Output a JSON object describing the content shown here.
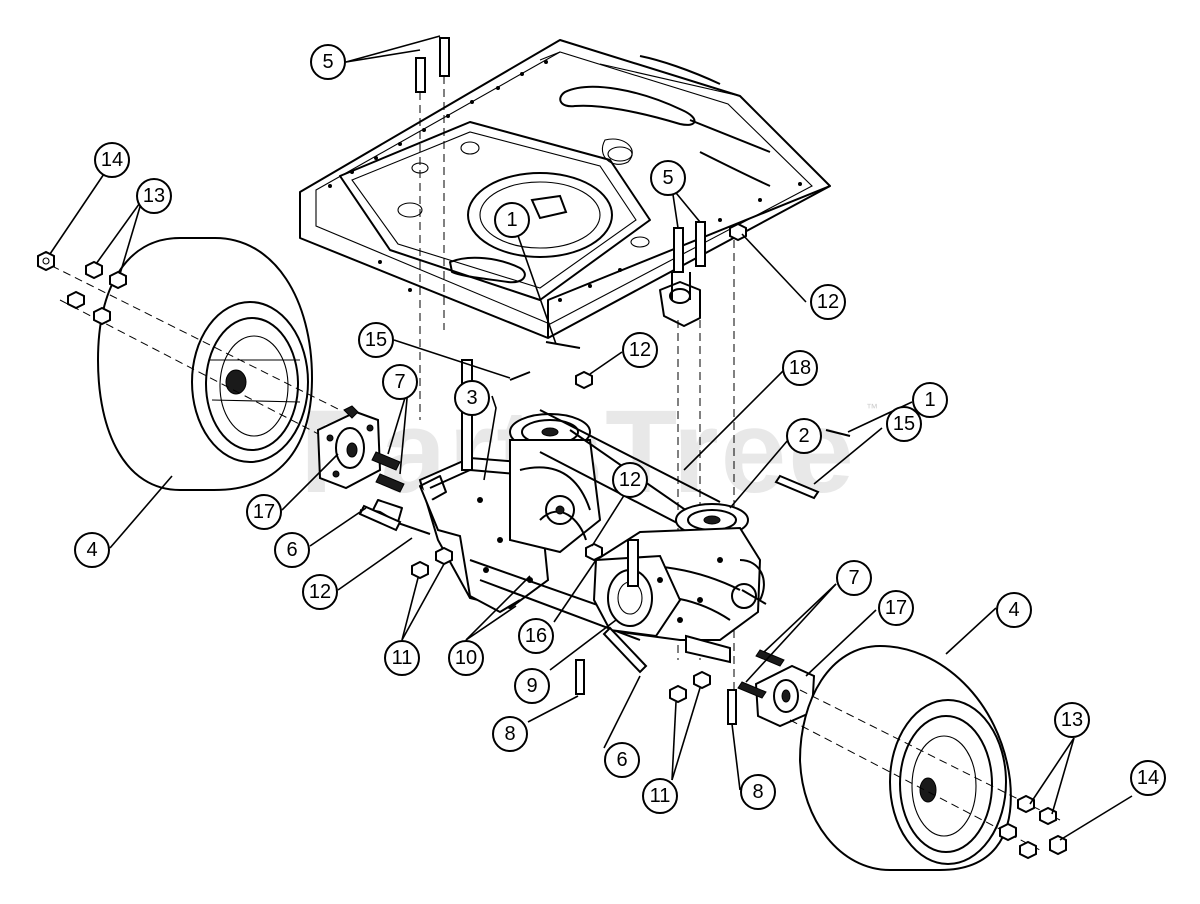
{
  "watermark": {
    "text": "PartsTree",
    "trademark": "™"
  },
  "callouts": [
    {
      "id": "c5a",
      "label": "5"
    },
    {
      "id": "c14a",
      "label": "14"
    },
    {
      "id": "c13a",
      "label": "13"
    },
    {
      "id": "c5b",
      "label": "5"
    },
    {
      "id": "c1a",
      "label": "1"
    },
    {
      "id": "c12a",
      "label": "12"
    },
    {
      "id": "c15a",
      "label": "15"
    },
    {
      "id": "c12b",
      "label": "12"
    },
    {
      "id": "c18",
      "label": "18"
    },
    {
      "id": "c7a",
      "label": "7"
    },
    {
      "id": "c3",
      "label": "3"
    },
    {
      "id": "c1b",
      "label": "1"
    },
    {
      "id": "c2",
      "label": "2"
    },
    {
      "id": "c15b",
      "label": "15"
    },
    {
      "id": "c12c",
      "label": "12"
    },
    {
      "id": "c17a",
      "label": "17"
    },
    {
      "id": "c4a",
      "label": "4"
    },
    {
      "id": "c6a",
      "label": "6"
    },
    {
      "id": "c12d",
      "label": "12"
    },
    {
      "id": "c7b",
      "label": "7"
    },
    {
      "id": "c17b",
      "label": "17"
    },
    {
      "id": "c4b",
      "label": "4"
    },
    {
      "id": "c11a",
      "label": "11"
    },
    {
      "id": "c10",
      "label": "10"
    },
    {
      "id": "c16",
      "label": "16"
    },
    {
      "id": "c9",
      "label": "9"
    },
    {
      "id": "c8a",
      "label": "8"
    },
    {
      "id": "c6b",
      "label": "6"
    },
    {
      "id": "c11b",
      "label": "11"
    },
    {
      "id": "c8b",
      "label": "8"
    },
    {
      "id": "c13b",
      "label": "13"
    },
    {
      "id": "c14b",
      "label": "14"
    }
  ]
}
